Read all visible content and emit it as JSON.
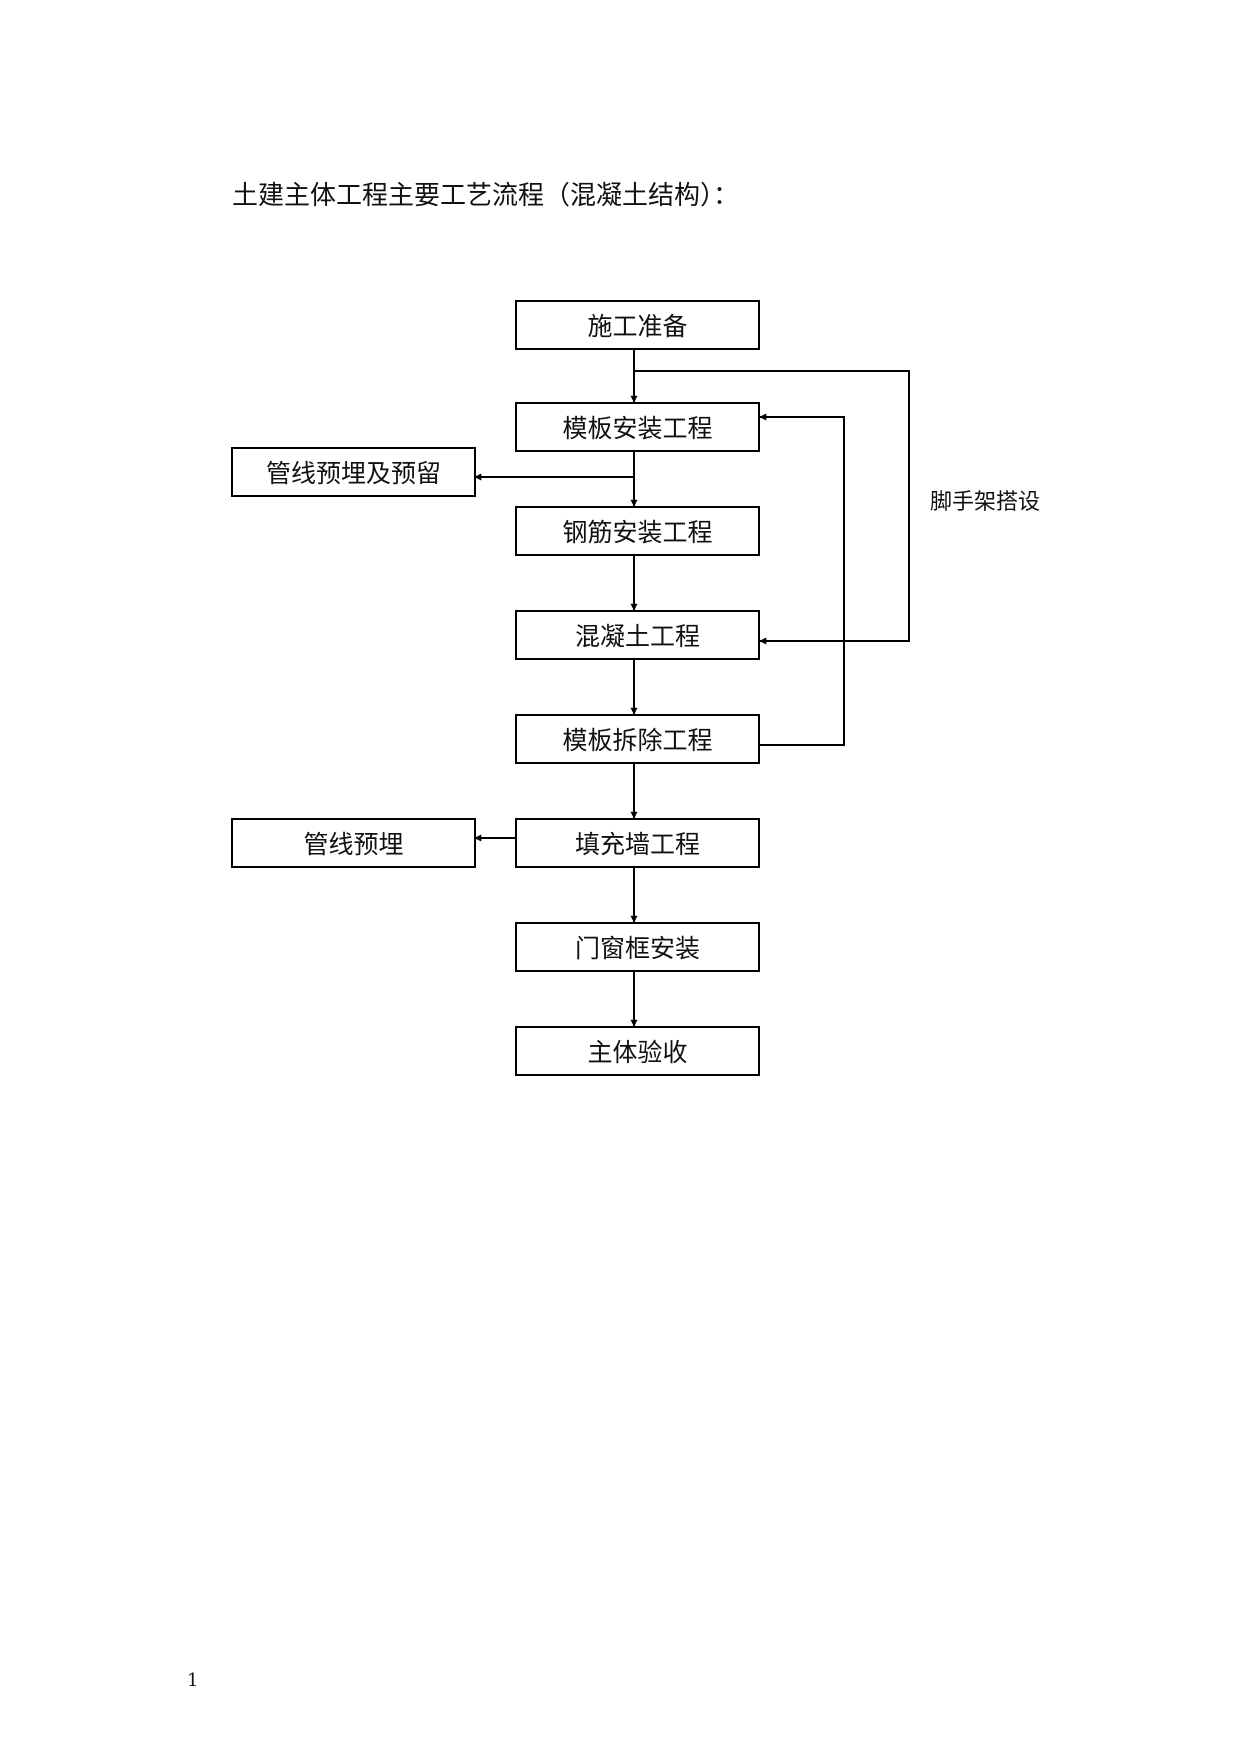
{
  "title": "土建主体工程主要工艺流程（混凝土结构）：",
  "nodes": {
    "prep": "施工准备",
    "formwork_install": "模板安装工程",
    "pipe_embed_reserve": "管线预埋及预留",
    "rebar_install": "钢筋安装工程",
    "concrete": "混凝土工程",
    "formwork_remove": "模板拆除工程",
    "pipe_embed": "管线预埋",
    "infill_wall": "填充墙工程",
    "door_window_frame": "门窗框安装",
    "structure_acceptance": "主体验收"
  },
  "side_label": "脚手架搭设",
  "page_number": "1"
}
